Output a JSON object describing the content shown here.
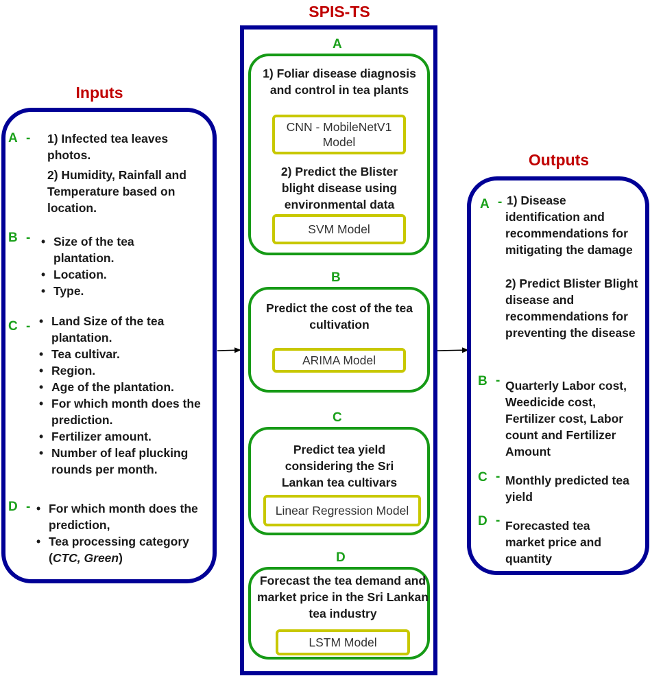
{
  "titles": {
    "center": "SPIS-TS",
    "inputs": "Inputs",
    "outputs": "Outputs"
  },
  "colors": {
    "title_red": "#c00000",
    "frame_blue": "#000096",
    "box_green": "#169a16",
    "model_yellow": "#c8c800",
    "letter_green": "#1aa01a"
  },
  "inputs": {
    "A": {
      "letter": "A",
      "dash": "-",
      "line1": "1) Infected tea leaves photos.",
      "line2": "2) Humidity, Rainfall and Temperature   based on location."
    },
    "B": {
      "letter": "B",
      "dash": "-",
      "items": [
        "Size of the tea plantation.",
        "Location.",
        "Type."
      ]
    },
    "C": {
      "letter": "C",
      "dash": "-",
      "items": [
        "Land Size of the tea plantation.",
        "Tea cultivar.",
        "Region.",
        "Age of the plantation.",
        "For which month does the prediction.",
        "Fertilizer amount.",
        "Number of leaf plucking rounds per month."
      ]
    },
    "D": {
      "letter": "D",
      "dash": "-",
      "item1": "For which month does the prediction,",
      "item2_prefix": "Tea processing category (",
      "item2_italic": "CTC, Green",
      "item2_suffix": ")"
    }
  },
  "modules": {
    "A": {
      "letter": "A",
      "task1": "1) Foliar disease diagnosis and control in tea plants",
      "model1": "CNN - MobileNetV1 Model",
      "task2": "2) Predict the Blister blight disease using environmental data",
      "model2": "SVM Model"
    },
    "B": {
      "letter": "B",
      "task": "Predict the cost of the tea cultivation",
      "model": "ARIMA Model"
    },
    "C": {
      "letter": "C",
      "task": "Predict tea yield considering the Sri Lankan tea cultivars",
      "model": "Linear Regression Model"
    },
    "D": {
      "letter": "D",
      "task": "Forecast the tea demand and market price in the Sri Lankan tea industry",
      "model": "LSTM Model"
    }
  },
  "outputs": {
    "A": {
      "letter": "A",
      "dash": "-",
      "line1": "1) Disease identification and recommendations for mitigating the damage",
      "line2": "2) Predict Blister Blight disease  and recommendations for preventing the disease"
    },
    "B": {
      "letter": "B",
      "dash": "-",
      "text": "Quarterly Labor cost, Weedicide cost, Fertilizer cost, Labor count and Fertilizer Amount"
    },
    "C": {
      "letter": "C",
      "dash": "-",
      "text": "Monthly predicted tea yield"
    },
    "D": {
      "letter": "D",
      "dash": "-",
      "text": "Forecasted tea market price and quantity"
    }
  }
}
